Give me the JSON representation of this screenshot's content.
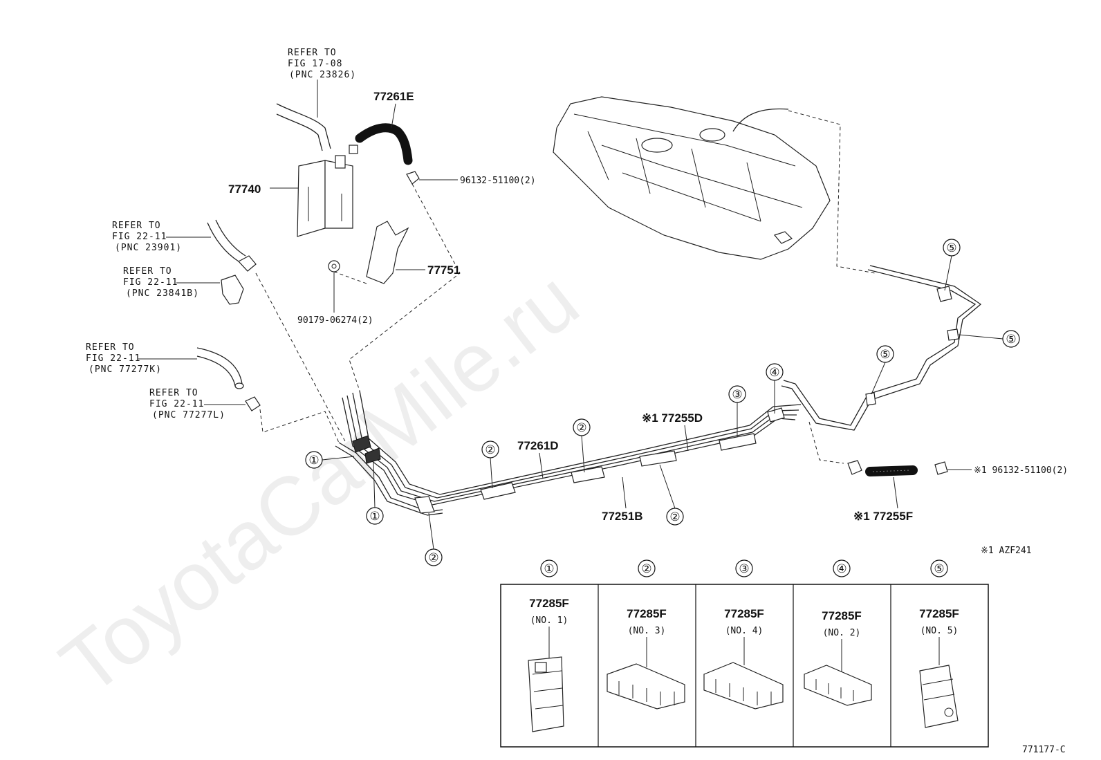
{
  "watermark": "ToyotaCarMile.ru",
  "refs": [
    {
      "line1": "REFER TO",
      "line2": "FIG 17-08",
      "line3": "(PNC 23826)"
    },
    {
      "line1": "REFER TO",
      "line2": "FIG 22-11",
      "line3": "(PNC 23901)"
    },
    {
      "line1": "REFER TO",
      "line2": "FIG 22-11",
      "line3": "(PNC 23841B)"
    },
    {
      "line1": "REFER TO",
      "line2": "FIG 22-11",
      "line3": "(PNC 77277K)"
    },
    {
      "line1": "REFER TO",
      "line2": "FIG 22-11",
      "line3": "(PNC 77277L)"
    }
  ],
  "parts": {
    "p77261E": "77261E",
    "p77740": "77740",
    "p96132_top": "96132-51100(2)",
    "p77751": "77751",
    "p90179": "90179-06274(2)",
    "p77261D": "77261D",
    "p77255D": "※1 77255D",
    "p77251B": "77251B",
    "p77255F": "※1 77255F",
    "p96132_right": "※1 96132-51100(2)",
    "note": "※1 AZF241",
    "figure_code": "771177-C"
  },
  "callouts": [
    "①",
    "②",
    "③",
    "④",
    "⑤"
  ],
  "clamp_table": [
    {
      "header": "①",
      "part": "77285F",
      "sub": "(NO. 1)"
    },
    {
      "header": "②",
      "part": "77285F",
      "sub": "(NO. 3)"
    },
    {
      "header": "③",
      "part": "77285F",
      "sub": "(NO. 4)"
    },
    {
      "header": "④",
      "part": "77285F",
      "sub": "(NO. 2)"
    },
    {
      "header": "⑤",
      "part": "77285F",
      "sub": "(NO. 5)"
    }
  ]
}
